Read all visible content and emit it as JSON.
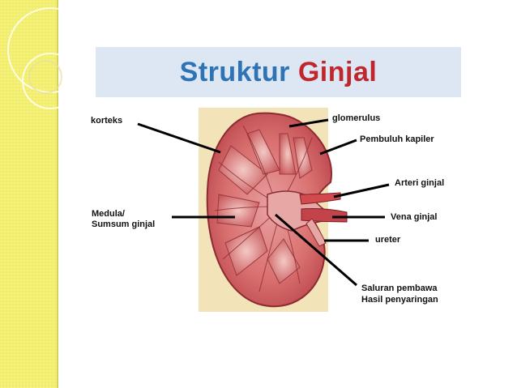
{
  "slide": {
    "title_part1": "Struktur",
    "title_part2": "Ginjal",
    "colors": {
      "title_part1": "#2e74b5",
      "title_part2": "#c0272d",
      "side_band": "#f2ee6a",
      "title_bar": "#dde6f3"
    }
  },
  "diagram": {
    "labels": {
      "korteks": "korteks",
      "medula_line1": "Medula/",
      "medula_line2": "Sumsum ginjal",
      "glomerulus": "glomerulus",
      "pembuluh_kapiler": "Pembuluh kapiler",
      "arteri_ginjal": "Arteri ginjal",
      "vena_ginjal": "Vena ginjal",
      "ureter": "ureter",
      "saluran_line1": "Saluran pembawa",
      "saluran_line2": "Hasil penyaringan"
    }
  }
}
